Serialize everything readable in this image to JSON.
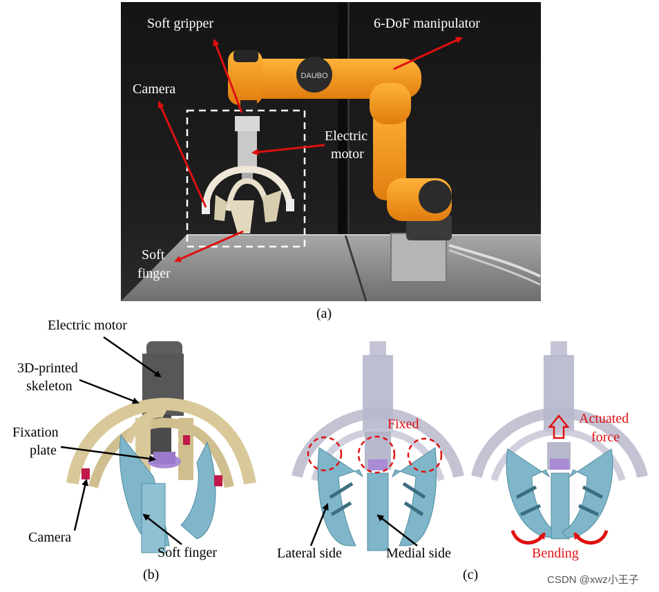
{
  "panel_a": {
    "caption": "(a)",
    "labels": {
      "soft_gripper": "Soft gripper",
      "manipulator": "6-DoF manipulator",
      "camera": "Camera",
      "electric_motor_line1": "Electric",
      "electric_motor_line2": "motor",
      "soft_finger_line1": "Soft",
      "soft_finger_line2": "finger"
    },
    "arm_brand_text": "DAUBO"
  },
  "panel_b": {
    "caption": "(b)",
    "labels": {
      "electric_motor": "Electric motor",
      "skeleton_line1": "3D-printed",
      "skeleton_line2": "skeleton",
      "fixation_line1": "Fixation",
      "fixation_line2": "plate",
      "camera": "Camera",
      "soft_finger": "Soft finger"
    }
  },
  "panel_c": {
    "caption": "(c)",
    "labels": {
      "fixed": "Fixed",
      "lateral_side": "Lateral side",
      "medial_side": "Medial side",
      "actuated_line1": "Actuated",
      "actuated_line2": "force",
      "bending": "Bending"
    }
  },
  "watermark": "CSDN @xwz小王子",
  "colors": {
    "label_red": "#e01010",
    "arm_orange": "#f39a1e",
    "skeleton_beige": "#d9c99a",
    "finger_blue": "#7fb6c9",
    "plate_purple": "#a98bd6",
    "camera_red": "#c0184a"
  }
}
